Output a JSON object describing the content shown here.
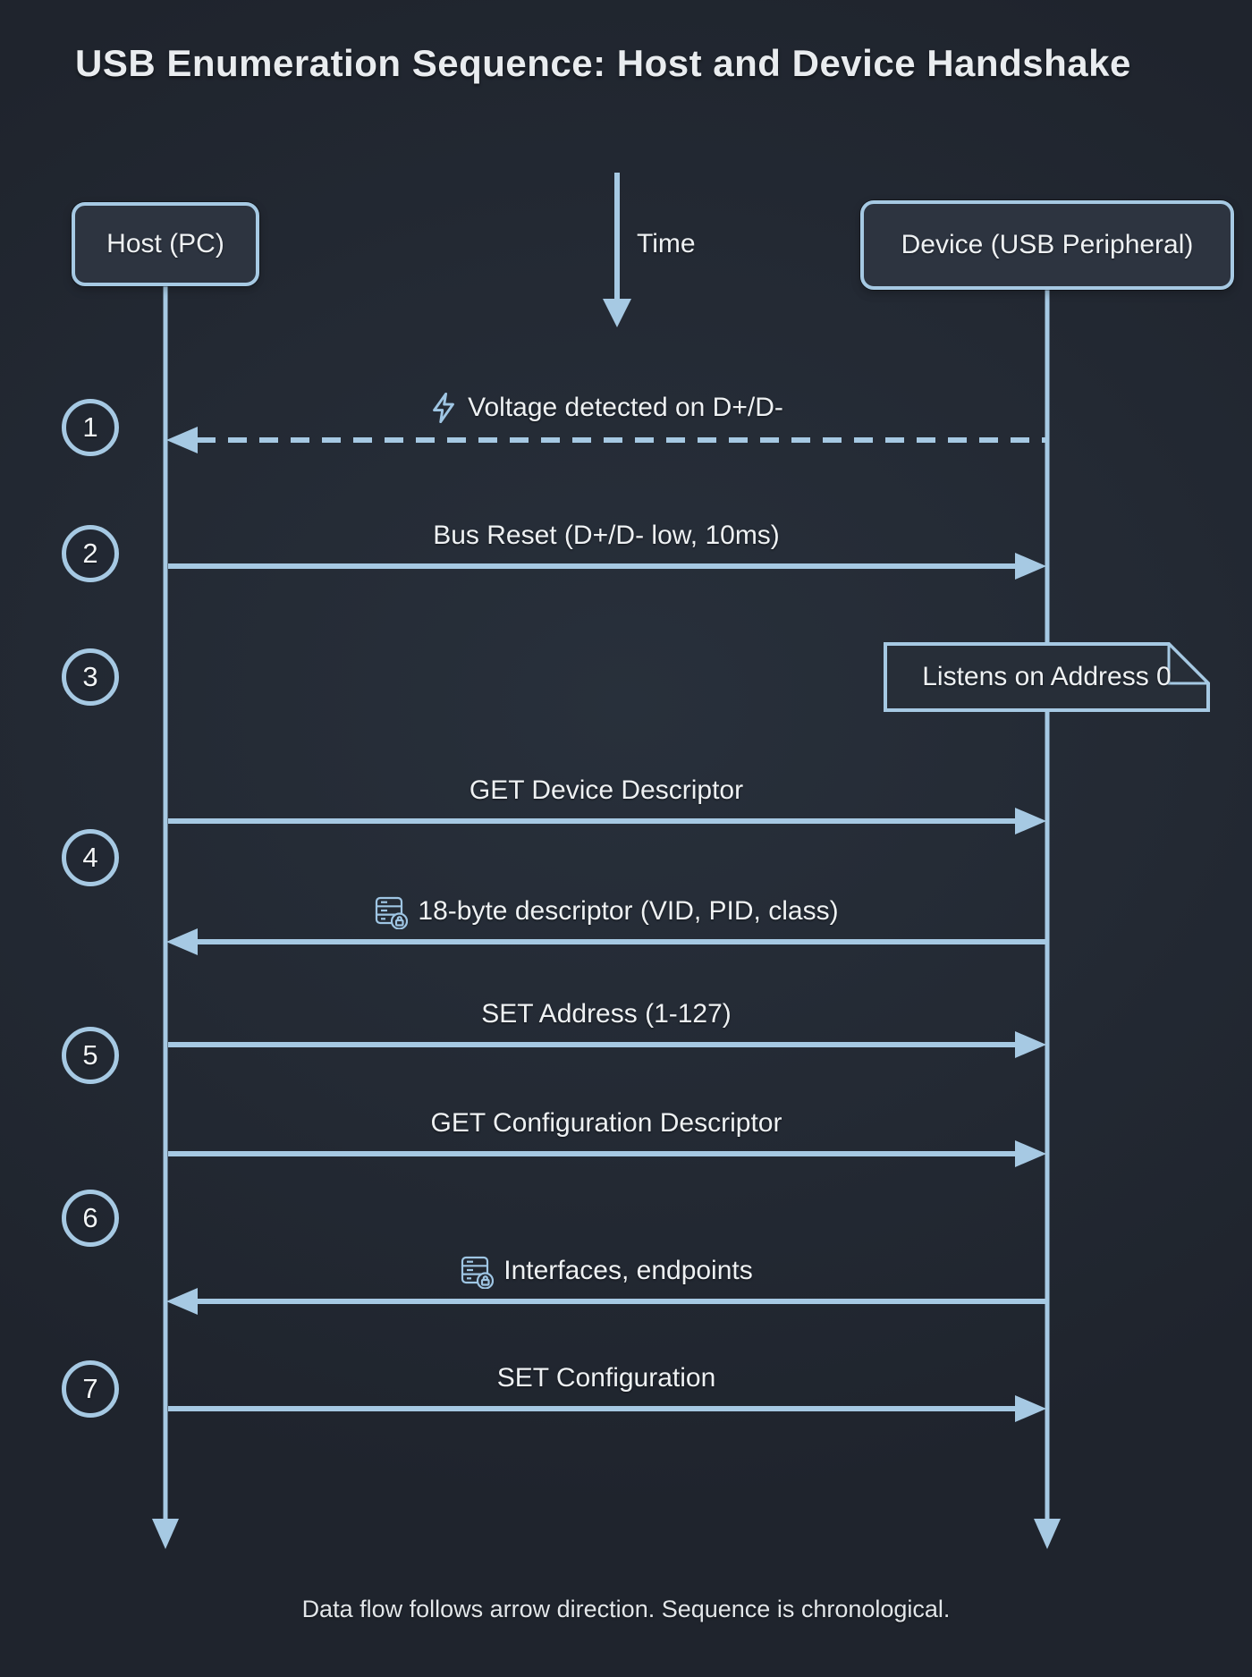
{
  "diagram": {
    "title": "USB Enumeration Sequence: Host and Device Handshake",
    "time_axis": {
      "label": "Time",
      "direction": "down"
    },
    "actors": {
      "host": {
        "label": "Host (PC)"
      },
      "device": {
        "label": "Device (USB Peripheral)"
      }
    },
    "steps": [
      {
        "number": "1"
      },
      {
        "number": "2"
      },
      {
        "number": "3"
      },
      {
        "number": "4"
      },
      {
        "number": "5"
      },
      {
        "number": "6"
      },
      {
        "number": "7"
      }
    ],
    "messages": [
      {
        "step": 1,
        "label": "Voltage detected on D+/D-",
        "from": "device",
        "to": "host",
        "style": "dashed",
        "icon": "lightning-icon"
      },
      {
        "step": 2,
        "label": "Bus Reset (D+/D- low, 10ms)",
        "from": "host",
        "to": "device",
        "style": "solid"
      },
      {
        "step": 4,
        "label": "GET Device Descriptor",
        "from": "host",
        "to": "device",
        "style": "solid"
      },
      {
        "step": 4,
        "label": "18-byte descriptor (VID, PID, class)",
        "from": "device",
        "to": "host",
        "style": "solid",
        "icon": "server-lock-icon"
      },
      {
        "step": 5,
        "label": "SET Address (1-127)",
        "from": "host",
        "to": "device",
        "style": "solid"
      },
      {
        "step": 6,
        "label": "GET Configuration Descriptor",
        "from": "host",
        "to": "device",
        "style": "solid"
      },
      {
        "step": 6,
        "label": "Interfaces, endpoints",
        "from": "device",
        "to": "host",
        "style": "solid",
        "icon": "server-lock-icon"
      },
      {
        "step": 7,
        "label": "SET Configuration",
        "from": "host",
        "to": "device",
        "style": "solid"
      }
    ],
    "note": {
      "label": "Listens on Address 0",
      "attached_to": "device",
      "step": 3
    },
    "footer": "Data flow follows arrow direction. Sequence is chronological.",
    "colors": {
      "background": "#232933",
      "accent": "#a6c9e3",
      "box_fill": "#2d3440",
      "text": "#eef1f3"
    }
  }
}
